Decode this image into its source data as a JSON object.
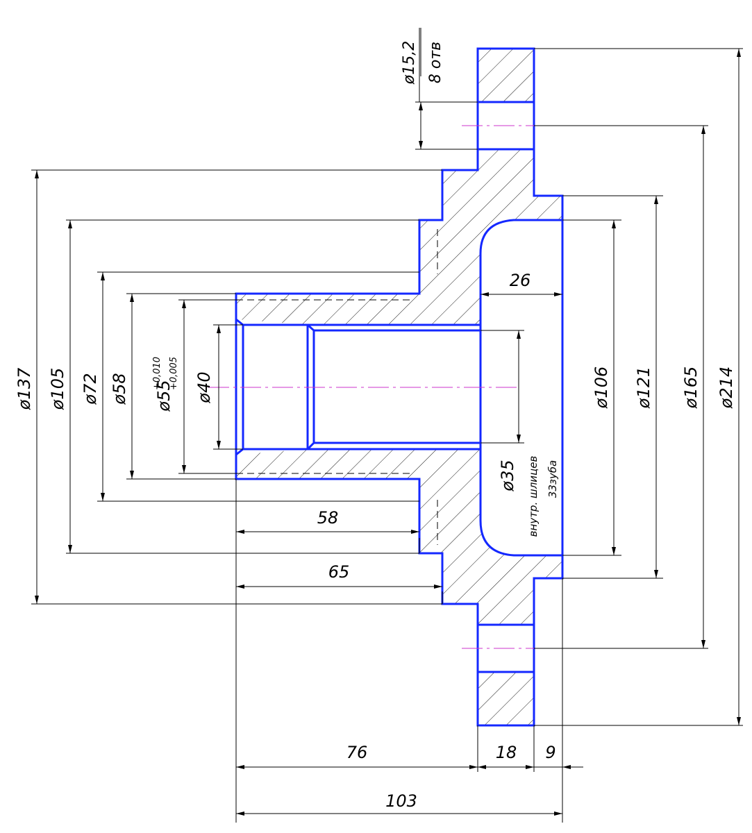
{
  "colors": {
    "outline": "#1428ff",
    "dimension": "#000000",
    "centerline": "#cc33cc",
    "hatch": "#000000",
    "background": "#ffffff"
  },
  "drawing": {
    "hole_note": {
      "diameter": "ø15,2",
      "count": "8 отв"
    },
    "diameters": {
      "d137": "ø137",
      "d105": "ø105",
      "d72": "ø72",
      "d58": "ø58",
      "d55_base": "ø55",
      "d55_upper": "+0,010",
      "d55_lower": "+0,005",
      "d40": "ø40",
      "d106": "ø106",
      "d121": "ø121",
      "d165": "ø165",
      "d214": "ø214"
    },
    "spline": {
      "diameter": "ø35",
      "type": "внутр. шлицев",
      "teeth": "33зуба"
    },
    "lengths": {
      "l26": "26",
      "l58": "58",
      "l65": "65",
      "l76": "76",
      "l18": "18",
      "l9": "9",
      "l103": "103"
    }
  }
}
